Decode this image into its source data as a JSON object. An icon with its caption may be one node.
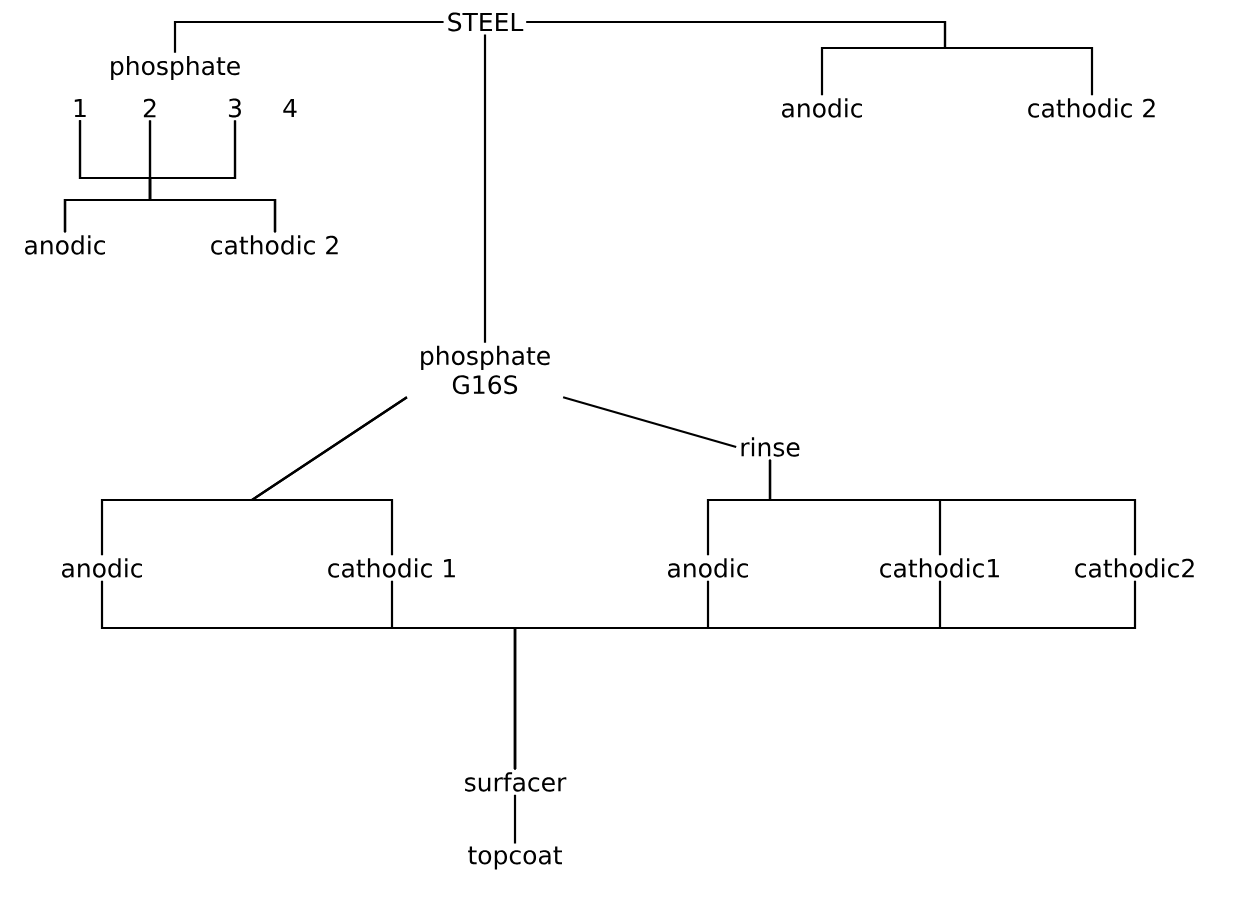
{
  "diagram": {
    "nodes": [
      {
        "text": [
          "STEEL"
        ]
      },
      {
        "text": [
          "phosphate"
        ]
      },
      {
        "text": [
          "1"
        ]
      },
      {
        "text": [
          "2"
        ]
      },
      {
        "text": [
          "3"
        ]
      },
      {
        "text": [
          "anodic"
        ]
      },
      {
        "text": [
          "cathodic 2"
        ]
      },
      {
        "text": [
          "anodic"
        ]
      },
      {
        "text": [
          "cathodic 2"
        ]
      },
      {
        "text": [
          "phosphate G16S"
        ]
      },
      {
        "text": [
          "rinse"
        ]
      },
      {
        "text": [
          "anodic"
        ]
      },
      {
        "text": [
          "cathodic 1"
        ]
      },
      {
        "text": [
          "anodic"
        ]
      },
      {
        "text": [
          "cathodic1"
        ]
      },
      {
        "text": [
          "cathodic2"
        ]
      },
      {
        "text": [
          "surfacer"
        ]
      },
      {
        "text": [
          "topcoat"
        ]
      }
    ],
    "edges": [
      {
        "from": 0,
        "to": 1,
        "arrow": "none"
      },
      {
        "from": 0,
        "to": 9,
        "arrow": "none"
      },
      {
        "from": 0,
        "to": 7,
        "arrow": "none"
      },
      {
        "from": 0,
        "to": 8,
        "arrow": "none"
      },
      {
        "from": 2,
        "to": 5,
        "arrow": "none"
      },
      {
        "from": 2,
        "to": 6,
        "arrow": "none"
      },
      {
        "from": 3,
        "to": 5,
        "arrow": "none"
      },
      {
        "from": 3,
        "to": 6,
        "arrow": "none"
      },
      {
        "from": 4,
        "to": 5,
        "arrow": "none"
      },
      {
        "from": 4,
        "to": 6,
        "arrow": "none"
      },
      {
        "from": 9,
        "to": 11,
        "arrow": "none"
      },
      {
        "from": 9,
        "to": 12,
        "arrow": "none"
      },
      {
        "from": 9,
        "to": 10,
        "arrow": "none"
      },
      {
        "from": 10,
        "to": 13,
        "arrow": "none"
      },
      {
        "from": 10,
        "to": 14,
        "arrow": "none"
      },
      {
        "from": 10,
        "to": 15,
        "arrow": "none"
      },
      {
        "from": 11,
        "to": 16,
        "arrow": "none"
      },
      {
        "from": 12,
        "to": 16,
        "arrow": "none"
      },
      {
        "from": 13,
        "to": 16,
        "arrow": "none"
      },
      {
        "from": 14,
        "to": 16,
        "arrow": "none"
      },
      {
        "from": 15,
        "to": 16,
        "arrow": "none"
      },
      {
        "from": 16,
        "to": 17,
        "arrow": "none"
      }
    ],
    "labels": [
      "4"
    ]
  }
}
